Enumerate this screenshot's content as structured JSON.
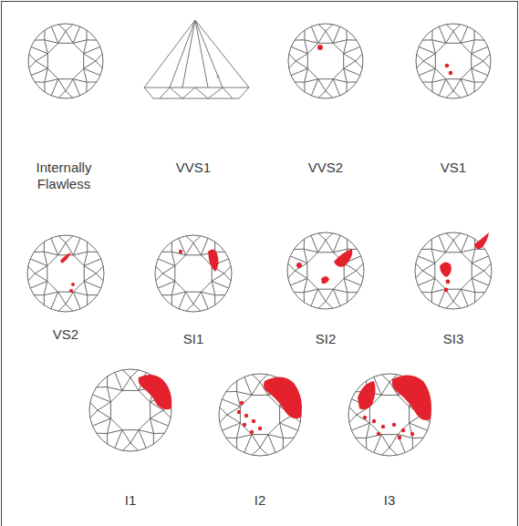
{
  "diagram": {
    "labels": [
      "Internally Flawless",
      "VVS1",
      "VVS2",
      "VS1",
      "VS2",
      "SI1",
      "SI2",
      "SI3",
      "I1",
      "I2",
      "I3"
    ]
  }
}
